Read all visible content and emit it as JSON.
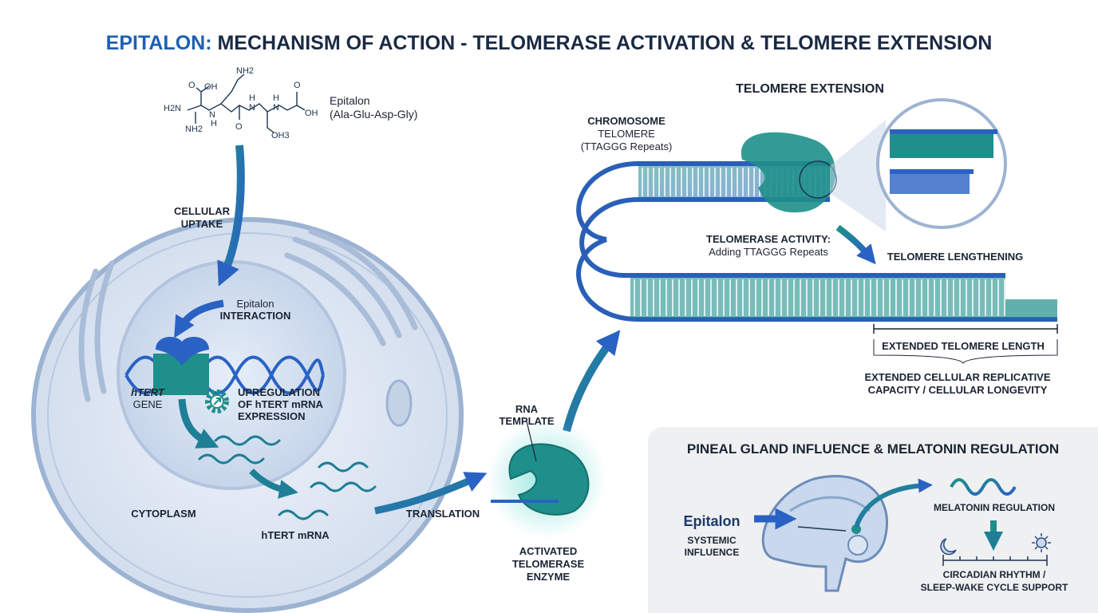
{
  "title": {
    "prefix": "EPITALON:",
    "rest": " MECHANISM OF ACTION - TELOMERASE ACTIVATION & TELOMERE EXTENSION"
  },
  "colors": {
    "title_blue": "#1d5fb4",
    "navy": "#1a2a44",
    "teal": "#1e8f8a",
    "blue": "#2a62c4",
    "cell": "#dce6f2"
  },
  "molecule": {
    "name": "Epitalon",
    "sequence": "(Ala-Glu-Asp-Gly)",
    "atoms": [
      "NH2",
      "O",
      "OH",
      "H2N",
      "NH2",
      "N",
      "H",
      "O",
      "H",
      "N",
      "H",
      "N",
      "O",
      "OH",
      "OH3"
    ]
  },
  "cell": {
    "uptake": [
      "CELLULAR",
      "UPTAKE"
    ],
    "interaction": [
      "Epitalon",
      "INTERACTION"
    ],
    "gene": [
      "hTERT",
      "GENE"
    ],
    "upregulation": [
      "UPREGULATION",
      "OF hTERT mRNA",
      "EXPRESSION"
    ],
    "cytoplasm": "CYTOPLASM",
    "mrna": "hTERT mRNA",
    "translation": "TRANSLATION"
  },
  "enzyme": {
    "rna_template": [
      "RNA",
      "TEMPLATE"
    ],
    "label": [
      "ACTIVATED",
      "TELOMERASE",
      "ENZYME"
    ]
  },
  "telomere": {
    "heading": "TELOMERE EXTENSION",
    "chromosome": [
      "CHROMOSOME",
      "TELOMERE",
      "(TTAGGG Repeats)"
    ],
    "activity": [
      "TELOMERASE ACTIVITY:",
      "Adding TTAGGG Repeats"
    ],
    "lengthening": "TELOMERE LENGTHENING",
    "extended_length": "EXTENDED TELOMERE LENGTH",
    "capacity": [
      "EXTENDED CELLULAR REPLICATIVE",
      "CAPACITY / CELLULAR LONGEVITY"
    ]
  },
  "pineal": {
    "heading": "PINEAL GLAND INFLUENCE & MELATONIN REGULATION",
    "epitalon": "Epitalon",
    "systemic": [
      "SYSTEMIC",
      "INFLUENCE"
    ],
    "melatonin": "MELATONIN REGULATION",
    "circadian": [
      "CIRCADIAN RHYTHM /",
      "SLEEP-WAKE CYCLE SUPPORT"
    ],
    "icons": [
      "moon-icon",
      "sun-icon",
      "brain-icon",
      "gear-icon"
    ]
  }
}
